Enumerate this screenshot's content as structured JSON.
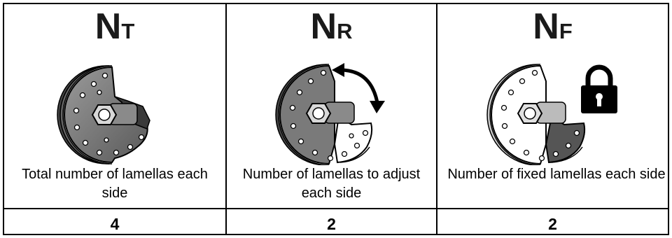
{
  "columns": [
    {
      "symbol_main": "N",
      "symbol_sub": "T",
      "description": "Total number of lamellas each side",
      "value": "4",
      "icon": "disc-all-lamellas-icon"
    },
    {
      "symbol_main": "N",
      "symbol_sub": "R",
      "description": "Number of lamellas to adjust each side",
      "value": "2",
      "icon": "disc-adjust-rotation-icon"
    },
    {
      "symbol_main": "N",
      "symbol_sub": "F",
      "description": "Number of fixed lamellas each side",
      "value": "2",
      "icon": "disc-fixed-lock-icon"
    }
  ],
  "colors": {
    "border": "#000000",
    "disc_dark": "#7a7a7a",
    "disc_light": "#ffffff",
    "text": "#000000"
  }
}
